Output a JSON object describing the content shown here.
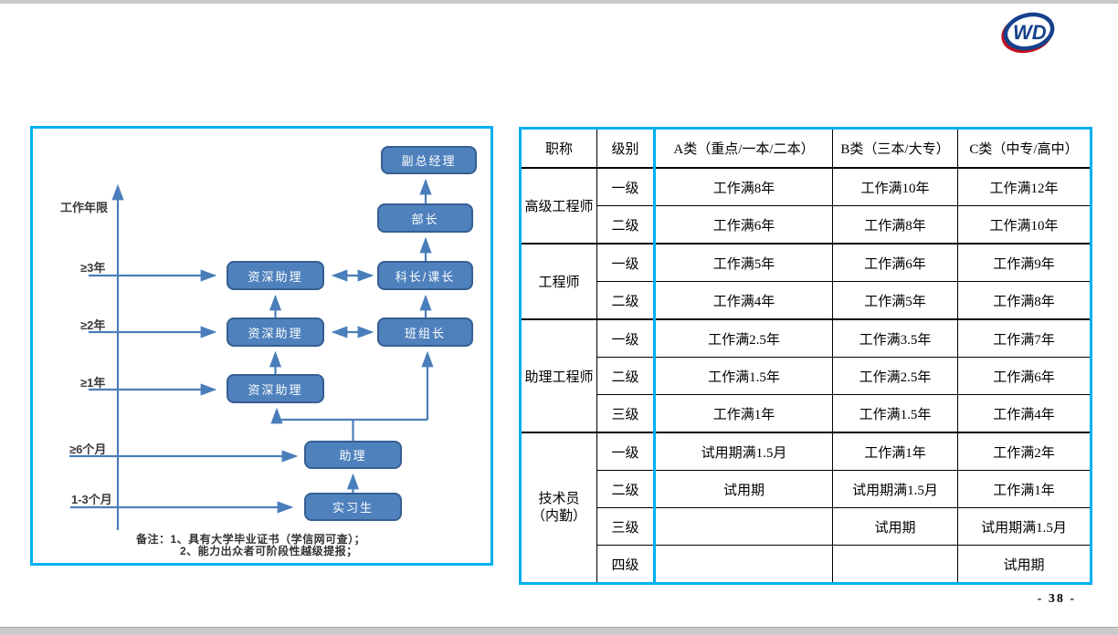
{
  "page": {
    "number_label": "- 38 -"
  },
  "logo": {
    "text": "WD"
  },
  "colors": {
    "panel_border": "#00b0f0",
    "node_fill": "#4f81bd",
    "node_border": "#365f91",
    "arrow": "#4a7ebb",
    "logo_blue": "#16418c",
    "logo_red": "#c0111f"
  },
  "diagram": {
    "axis_label": "工作年限",
    "ticks": [
      "≥3年",
      "≥2年",
      "≥1年",
      "≥6个月",
      "1-3个月"
    ],
    "boxes": {
      "vice_gm": "副总经理",
      "minister": "部长",
      "section_chief": "科长/课长",
      "team_leader": "班组长",
      "senior_assistant_1": "资深助理",
      "senior_assistant_2": "资深助理",
      "senior_assistant_3": "资深助理",
      "assistant": "助理",
      "intern": "实习生"
    },
    "notes": [
      "备注：1、具有大学毕业证书（学信网可查）；",
      "2、能力出众者可阶段性越级提报；"
    ]
  },
  "table": {
    "headers": [
      "职称",
      "级别",
      "A类（重点/一本/二本）",
      "B类（三本/大专）",
      "C类（中专/高中）"
    ],
    "groups": [
      {
        "title": "高级工程师",
        "rows": [
          [
            "一级",
            "工作满8年",
            "工作满10年",
            "工作满12年"
          ],
          [
            "二级",
            "工作满6年",
            "工作满8年",
            "工作满10年"
          ]
        ]
      },
      {
        "title": "工程师",
        "rows": [
          [
            "一级",
            "工作满5年",
            "工作满6年",
            "工作满9年"
          ],
          [
            "二级",
            "工作满4年",
            "工作满5年",
            "工作满8年"
          ]
        ]
      },
      {
        "title": "助理工程师",
        "rows": [
          [
            "一级",
            "工作满2.5年",
            "工作满3.5年",
            "工作满7年"
          ],
          [
            "二级",
            "工作满1.5年",
            "工作满2.5年",
            "工作满6年"
          ],
          [
            "三级",
            "工作满1年",
            "工作满1.5年",
            "工作满4年"
          ]
        ]
      },
      {
        "title": "技术员",
        "title2": "（内勤）",
        "rows": [
          [
            "一级",
            "试用期满1.5月",
            "工作满1年",
            "工作满2年"
          ],
          [
            "二级",
            "试用期",
            "试用期满1.5月",
            "工作满1年"
          ],
          [
            "三级",
            "",
            "试用期",
            "试用期满1.5月"
          ],
          [
            "四级",
            "",
            "",
            "试用期"
          ]
        ]
      }
    ]
  }
}
